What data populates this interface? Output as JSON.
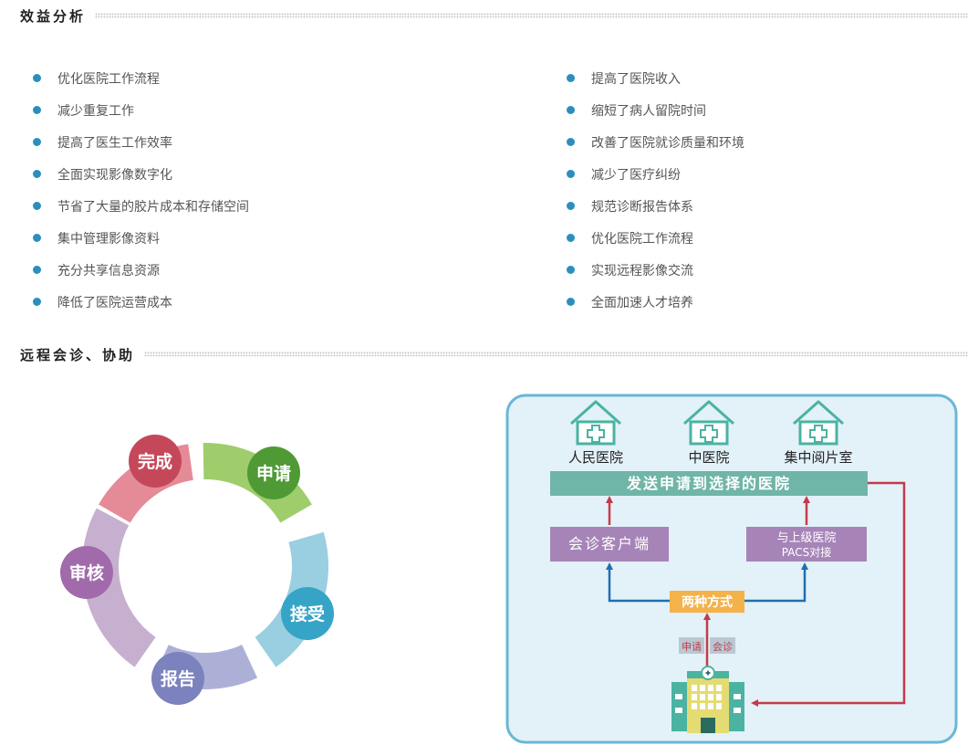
{
  "sections": {
    "benefits_title": "效益分析",
    "remote_title": "远程会诊、协助"
  },
  "benefits_left": [
    "优化医院工作流程",
    "减少重复工作",
    "提高了医生工作效率",
    "全面实现影像数字化",
    "节省了大量的胶片成本和存储空间",
    "集中管理影像资料",
    "充分共享信息资源",
    "降低了医院运营成本"
  ],
  "benefits_right": [
    "提高了医院收入",
    "缩短了病人留院时间",
    "改善了医院就诊质量和环境",
    "减少了医疗纠纷",
    "规范诊断报告体系",
    "优化医院工作流程",
    "实现远程影像交流",
    "全面加速人才培养"
  ],
  "cycle": {
    "steps": [
      "完成",
      "申请",
      "接受",
      "报告",
      "审核"
    ],
    "colors": {
      "complete_segment": "#e48b97",
      "complete_circle": "#c5485a",
      "apply_segment": "#9fcd6b",
      "apply_circle": "#4f9a35",
      "accept_segment": "#99cfe0",
      "accept_circle": "#36a4c7",
      "report_segment": "#adb0d6",
      "report_circle": "#7b82bd",
      "review_segment": "#c7b0cf",
      "review_circle": "#a06aab"
    }
  },
  "flow": {
    "hospitals": [
      "人民医院",
      "中医院",
      "集中阅片室"
    ],
    "send_box": "发送申请到选择的医院",
    "client_box": "会诊客户端",
    "upper_box_line1": "与上级医院",
    "upper_box_line2": "PACS对接",
    "two_ways": "两种方式",
    "tag_apply": "申请",
    "tag_consult": "会诊",
    "colors": {
      "panel_bg": "#e3f1f8",
      "panel_border": "#6ab7d6",
      "teal": "#6fb5a8",
      "purple": "#a684b8",
      "orange": "#f3b24a",
      "arrow_red": "#c43a4a",
      "arrow_blue": "#1f6fb0"
    },
    "icons": [
      "hospital-house-icon",
      "hospital-building-icon"
    ]
  }
}
